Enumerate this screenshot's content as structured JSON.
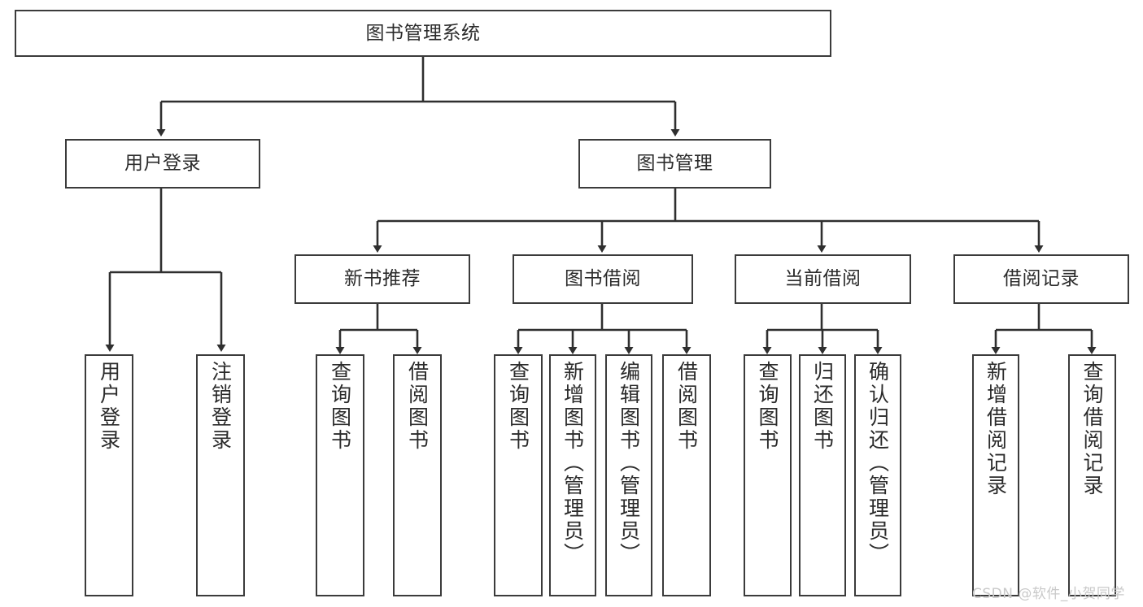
{
  "diagram": {
    "title": "图书管理系统",
    "root": {
      "label": "图书管理系统"
    },
    "level2": [
      {
        "label": "用户登录"
      },
      {
        "label": "图书管理"
      }
    ],
    "level3": [
      {
        "label": "新书推荐"
      },
      {
        "label": "图书借阅"
      },
      {
        "label": "当前借阅"
      },
      {
        "label": "借阅记录"
      }
    ],
    "leaves": {
      "user_login": [
        {
          "label": "用户登录"
        },
        {
          "label": "注销登录"
        }
      ],
      "new_book_recommend": [
        {
          "label": "查询图书"
        },
        {
          "label": "借阅图书"
        }
      ],
      "book_borrow": [
        {
          "label": "查询图书"
        },
        {
          "label": "新增图书（管理员）"
        },
        {
          "label": "编辑图书（管理员）"
        },
        {
          "label": "借阅图书"
        }
      ],
      "current_borrow": [
        {
          "label": "查询图书"
        },
        {
          "label": "归还图书"
        },
        {
          "label": "确认归还（管理员）"
        }
      ],
      "borrow_record": [
        {
          "label": "新增借阅记录"
        },
        {
          "label": "查询借阅记录"
        }
      ]
    },
    "watermark": "CSDN @软件_小贺同学",
    "colors": {
      "stroke": "#3b3b3b",
      "fill": "#ffffff",
      "text": "#2b2b2b",
      "watermark": "#c9c9c9"
    }
  }
}
